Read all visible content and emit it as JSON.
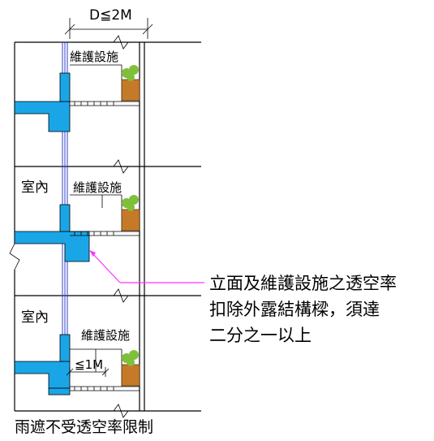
{
  "dimension_top": "D≦2M",
  "rooms": {
    "middle": "室內",
    "lower": "室內"
  },
  "railing_labels": {
    "top": "維護設施",
    "middle": "維護設施",
    "bottom": "維護設施"
  },
  "dimension_small": "≦1M",
  "note": {
    "line1": "立面及維護設施之透空率",
    "line2": "扣除外露結構樑，須達",
    "line3": "二分之一以上"
  },
  "footer": "雨遮不受透空率限制",
  "colors": {
    "structure": "#1aa6e6",
    "leader": "#ff33ff",
    "glass": "#3040c8",
    "planter": "#c57a2a",
    "plant": "#7fbf3a"
  }
}
